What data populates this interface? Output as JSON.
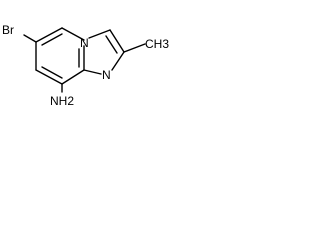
{
  "structure": {
    "atoms": {
      "br": "Br",
      "n_bridge": "N",
      "n_ring": "N",
      "methyl": "CH3",
      "amine": "NH2"
    }
  },
  "colors": {
    "bond": "#000000",
    "text": "#000000",
    "background": "#ffffff"
  }
}
